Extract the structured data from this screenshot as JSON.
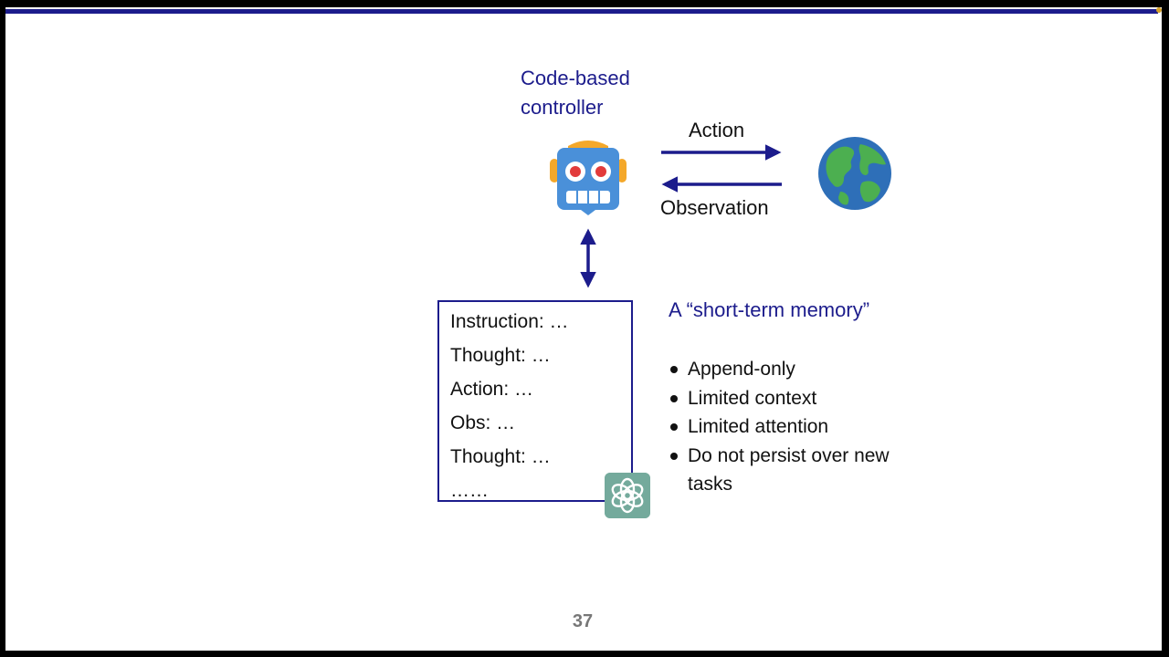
{
  "slide": {
    "controller_title": "Code-based\ncontroller",
    "action_label": "Action",
    "observation_label": "Observation",
    "memory_lines": [
      "Instruction: …",
      "Thought: …",
      "Action: …",
      "Obs: …",
      "Thought: …",
      "……"
    ],
    "memory_heading": "A “short-term memory”",
    "memory_properties": [
      "Append-only",
      "Limited context",
      "Limited attention",
      "Do not persist over new tasks"
    ],
    "page_number": "37"
  },
  "icons": {
    "controller": "robot-icon",
    "environment": "globe-icon",
    "model": "openai-logo-icon"
  },
  "colors": {
    "accent": "#1c1c8c",
    "robot_body": "#4a90d9",
    "robot_ears": "#f4a82a",
    "robot_eyes": "#e23b3b",
    "globe_ocean": "#2e6fb8",
    "globe_land": "#4caf50",
    "gpt_badge": "#74aa9c"
  }
}
